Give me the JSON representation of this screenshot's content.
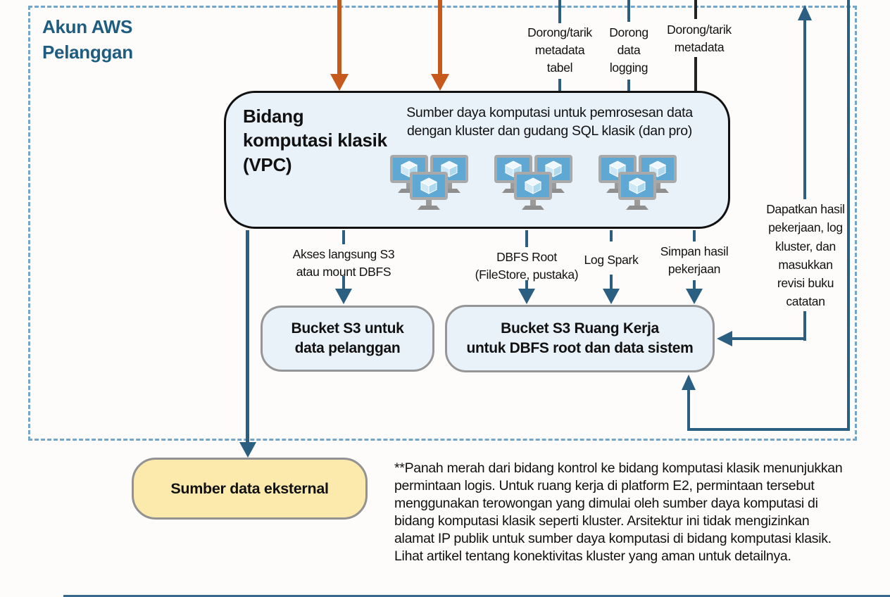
{
  "account": {
    "label": "Akun AWS\nPelanggan"
  },
  "top_flows": {
    "push_pull_table_metadata": "Dorong/tarik\nmetadata\ntabel",
    "push_logging_data": "Dorong\ndata\nlogging",
    "push_pull_metadata": "Dorong/tarik\nmetadata"
  },
  "compute_plane": {
    "title": "Bidang\nkomputasi klasik\n(VPC)",
    "description": "Sumber daya komputasi untuk pemrosesan data\ndengan kluster dan gudang SQL klasik (dan pro)"
  },
  "storage_flows": {
    "s3_direct_access": "Akses langsung S3\natau mount DBFS",
    "dbfs_root": "DBFS Root\n(FileStore, pustaka)",
    "spark_logs": "Log Spark",
    "save_job_results": "Simpan hasil\npekerjaan",
    "get_job_results": "Dapatkan hasil\npekerjaan, log\nkluster, dan\nmasukkan\nrevisi buku\ncatatan"
  },
  "buckets": {
    "customer_bucket": "Bucket S3 untuk\ndata pelanggan",
    "workspace_bucket": "Bucket S3 Ruang Kerja\nuntuk DBFS root dan data sistem"
  },
  "external": {
    "label": "Sumber data eksternal"
  },
  "footnote": "**Panah merah dari bidang kontrol ke bidang komputasi klasik menunjukkan permintaan logis. Untuk ruang kerja di platform E2, permintaan tersebut menggunakan terowongan yang dimulai oleh sumber daya komputasi di bidang komputasi klasik seperti kluster. Arsitektur ini tidak mengizinkan alamat IP publik untuk sumber daya komputasi di bidang komputasi klasik. Lihat artikel tentang konektivitas kluster yang aman untuk detailnya.",
  "colors": {
    "accent_teal": "#2b5f81",
    "accent_orange": "#c65a1d",
    "boundary_dash": "#74a6c9",
    "account_text": "#1e5c80",
    "box_fill": "#e9f1f9",
    "external_fill": "#fce9ac"
  }
}
